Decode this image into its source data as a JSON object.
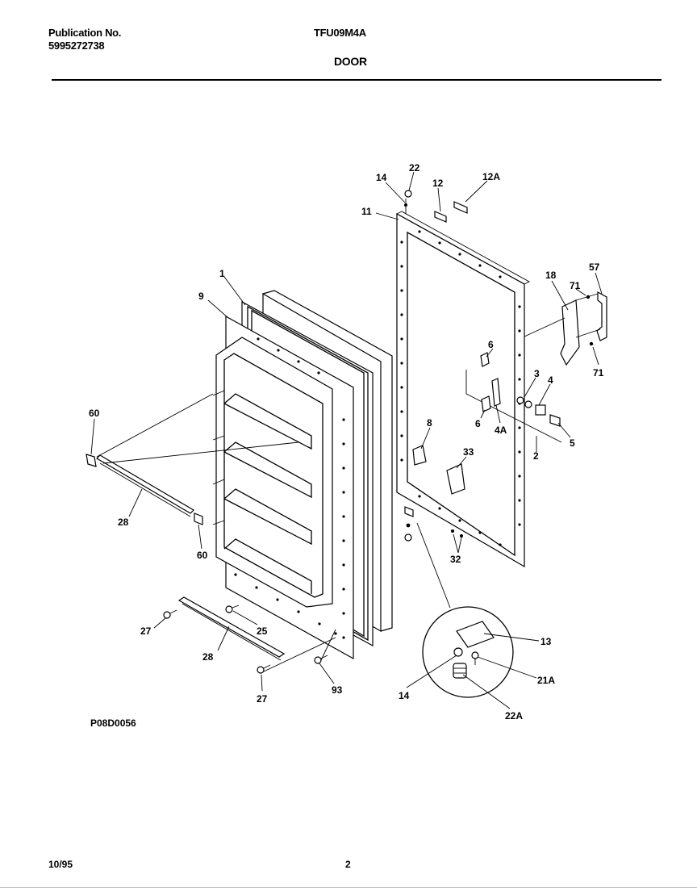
{
  "header": {
    "publication_label": "Publication No.",
    "publication_number": "5995272738",
    "model": "TFU09M4A",
    "section": "DOOR"
  },
  "footer": {
    "date": "10/95",
    "page": "2",
    "diagram_code": "P08D0056"
  },
  "callouts": {
    "c22": "22",
    "c14a": "14",
    "c12": "12",
    "c12a": "12A",
    "c11": "11",
    "c1": "1",
    "c9": "9",
    "c18": "18",
    "c57": "57",
    "c71a": "71",
    "c71b": "71",
    "c6a": "6",
    "c3": "3",
    "c4": "4",
    "c6b": "6",
    "c4a": "4A",
    "c5": "5",
    "c2": "2",
    "c8": "8",
    "c33": "33",
    "c60a": "60",
    "c28a": "28",
    "c60b": "60",
    "c32": "32",
    "c27a": "27",
    "c25": "25",
    "c28b": "28",
    "c27b": "27",
    "c93": "93",
    "c13": "13",
    "c21a": "21A",
    "c14b": "14",
    "c22a": "22A"
  }
}
